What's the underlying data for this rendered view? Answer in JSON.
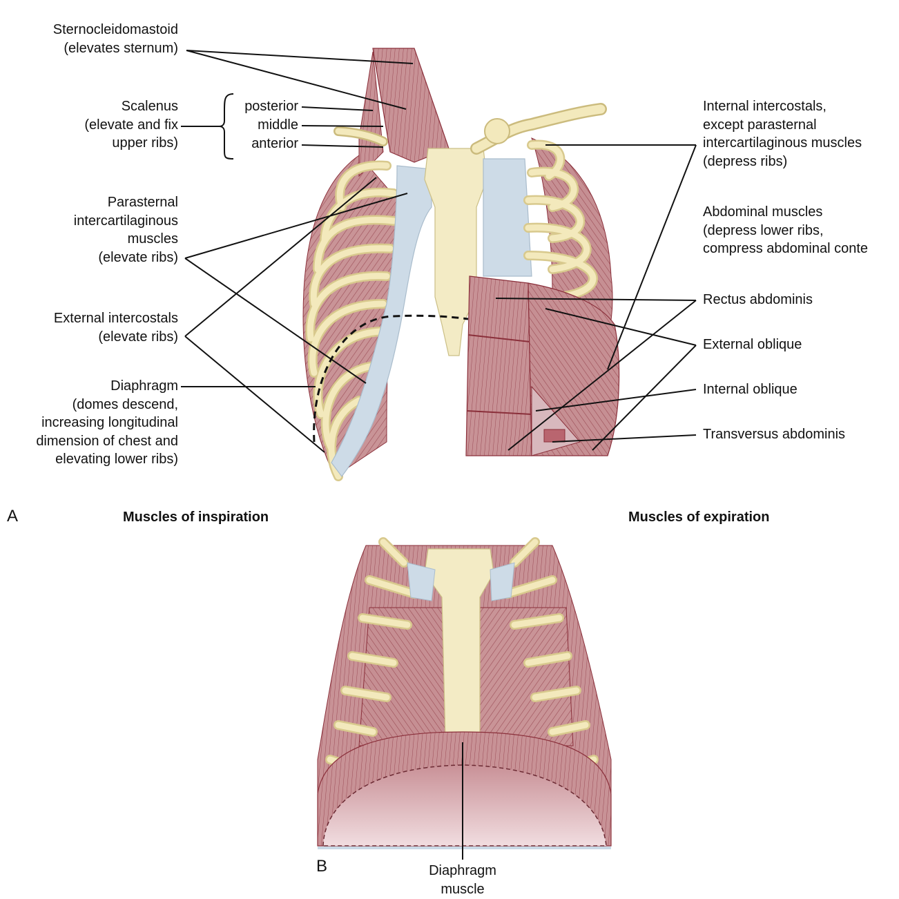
{
  "panel_a": {
    "letter": "A",
    "inspiration_title": "Muscles of inspiration",
    "expiration_title": "Muscles of expiration",
    "labels": {
      "sternocleidomastoid": "Sternocleidomastoid\n(elevates sternum)",
      "scalenus": "Scalenus\n(elevate and fix\nupper ribs)",
      "scalenus_posterior": "posterior",
      "scalenus_middle": "middle",
      "scalenus_anterior": "anterior",
      "parasternal": "Parasternal\nintercartilaginous\nmuscles\n(elevate ribs)",
      "external_intercostals": "External intercostals\n(elevate ribs)",
      "diaphragm": "Diaphragm\n(domes descend,\nincreasing longitudinal\ndimension of chest and\nelevating lower ribs)",
      "internal_intercostals": "Internal intercostals,\nexcept parasternal\nintercartilaginous muscles\n(depress ribs)",
      "abdominal_muscles": "Abdominal muscles\n(depress lower ribs,\ncompress abdominal conte",
      "rectus_abdominis": "Rectus abdominis",
      "external_oblique": "External oblique",
      "internal_oblique": "Internal oblique",
      "transversus_abdominis": "Transversus abdominis"
    }
  },
  "panel_b": {
    "letter": "B",
    "diaphragm_label": "Diaphragm\nmuscle"
  },
  "colors": {
    "muscle": "#c99497",
    "muscle_dark": "#9e4a55",
    "muscle_line": "#8a2f3a",
    "bone": "#f1e6b0",
    "bone_edge": "#c9b877",
    "cartilage": "#c9d9e6",
    "diaphragm_fill": "#b07c86"
  }
}
